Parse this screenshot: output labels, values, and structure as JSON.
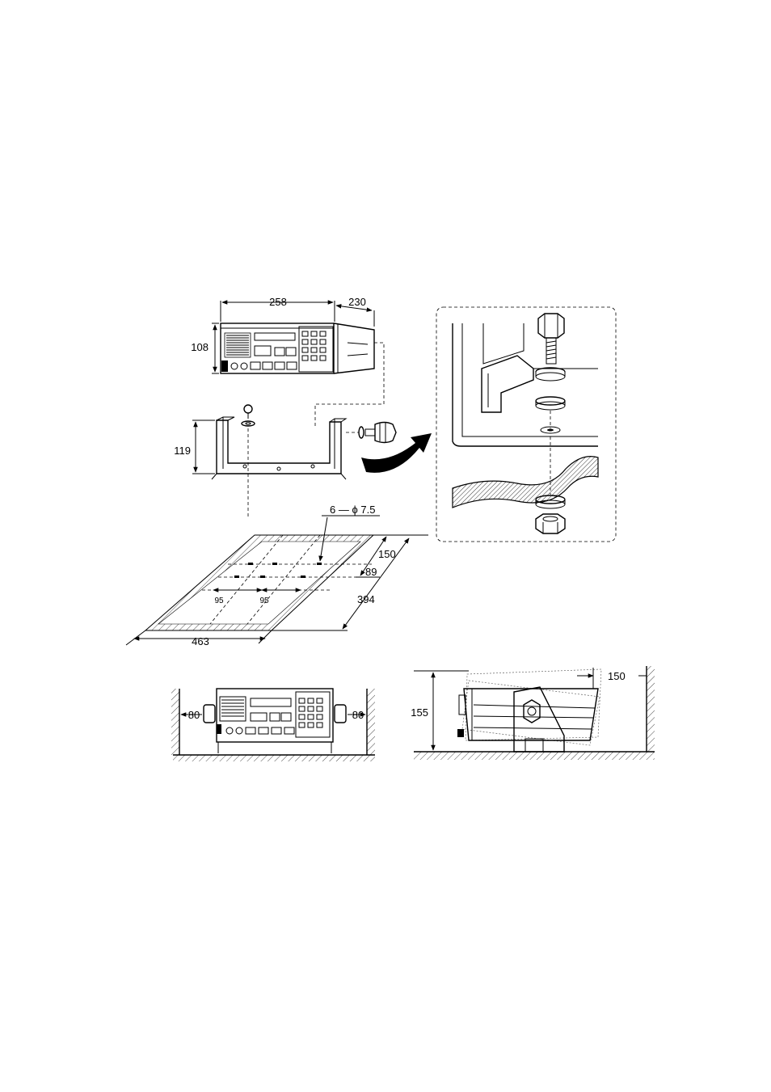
{
  "dimensions": {
    "width_label": "258",
    "depth_label": "230",
    "height_label": "108",
    "bracket_height_label": "119",
    "holes_label": "6 — ϕ 7.5",
    "hole_spacing_a": "95",
    "hole_spacing_b": "95",
    "offset_label": "150",
    "hole_row_label": "89",
    "area_depth_label": "394",
    "area_width_label": "463",
    "side_clearance_left": "80",
    "side_clearance_right": "80",
    "tilt_height_label": "155",
    "rear_clearance_label": "150"
  },
  "icons": {
    "transceiver": "transceiver-icon",
    "bracket": "mounting-bracket-icon",
    "knob": "mounting-knob-icon",
    "screw": "screw-icon",
    "bolt": "bolt-icon",
    "nut": "hex-nut-icon",
    "arrow": "curved-arrow-icon"
  }
}
